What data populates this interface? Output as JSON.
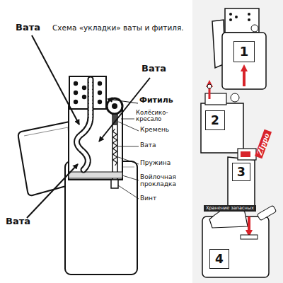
{
  "diagram": {
    "title": "Схема «укладки» ваты и фитиля.",
    "labels": [
      "Вата",
      "Вата",
      "Фитиль",
      "Колёсико-кресало",
      "Кремень",
      "Вата",
      "Пружина",
      "Войлочная прокладка",
      "Винт",
      "Вата",
      "1",
      "2",
      "3",
      "4",
      "Zippo",
      "Хранение запасных"
    ]
  }
}
